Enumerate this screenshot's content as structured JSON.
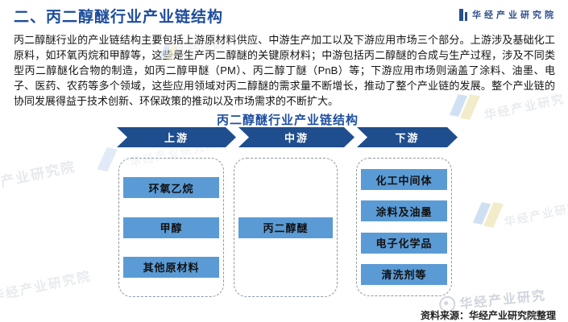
{
  "header": {
    "title": "二、丙二醇醚行业产业链结构",
    "brand": "华经产业研究院"
  },
  "intro": {
    "text": "丙二醇醚行业的产业链结构主要包括上游原材料供应、中游生产加工以及下游应用市场三个部分。上游涉及基础化工原料，如环氧丙烷和甲醇等，这些是生产丙二醇醚的关键原材料；中游包括丙二醇醚的合成与生产过程，涉及不同类型丙二醇醚化合物的制造，如丙二醇甲醚（PM）、丙二醇丁醚（PnB）等；下游应用市场则涵盖了涂料、油墨、电子、医药、农药等多个领域，这些应用领域对丙二醇醚的需求量不断增长，推动了整个产业链的发展。整个产业链的协同发展得益于技术创新、环保政策的推动以及市场需求的不断扩大。"
  },
  "diagram": {
    "title": "丙二醇醚行业产业链结构",
    "columns": [
      {
        "stage": "上游",
        "items": [
          "环氧乙烷",
          "甲醇",
          "其他原材料"
        ]
      },
      {
        "stage": "中游",
        "items": [
          "丙二醇醚"
        ]
      },
      {
        "stage": "下游",
        "items": [
          "化工中间体",
          "涂料及油墨",
          "电子化学品",
          "清洗剂等"
        ]
      }
    ]
  },
  "footer": {
    "source": "资料来源：华经产业研究院整理"
  },
  "watermark": {
    "text": "华经产业研究院",
    "text_short": "华经产业研究"
  },
  "colors": {
    "accent_dark": "#1F4E8E",
    "box_blue": "#5B9BD5",
    "title_blue": "#1D4C9B",
    "watermark_gray": "#AEB8C6"
  }
}
